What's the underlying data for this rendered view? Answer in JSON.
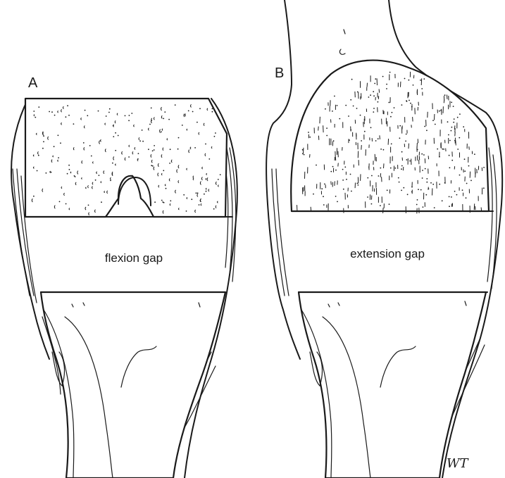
{
  "panels": [
    {
      "letter": "A",
      "gap_label": "flexion gap"
    },
    {
      "letter": "B",
      "gap_label": "extension gap"
    }
  ],
  "signature": "WT",
  "colors": {
    "ink": "#1a1a1a",
    "background": "#ffffff"
  }
}
